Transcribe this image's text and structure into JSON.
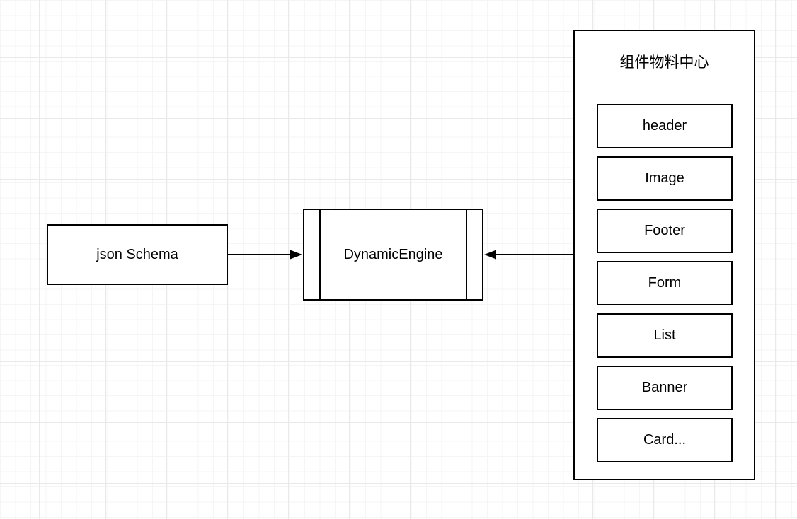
{
  "nodes": {
    "json_schema": {
      "label": "json Schema"
    },
    "dynamic_engine": {
      "label": "DynamicEngine"
    },
    "material_center": {
      "title": "组件物料中心",
      "items": [
        "header",
        "Image",
        "Footer",
        "Form",
        "List",
        "Banner",
        "Card..."
      ]
    }
  },
  "connectors": [
    {
      "from": "json_schema",
      "to": "dynamic_engine",
      "arrow_points": "right"
    },
    {
      "from": "material_center",
      "to": "dynamic_engine",
      "arrow_points": "left"
    }
  ],
  "colors": {
    "stroke": "#000000",
    "node_fill": "#ffffff",
    "canvas_background": "#ffffff",
    "grid_minor": "#f5f5f5",
    "grid_major": "#e9e9e9"
  }
}
